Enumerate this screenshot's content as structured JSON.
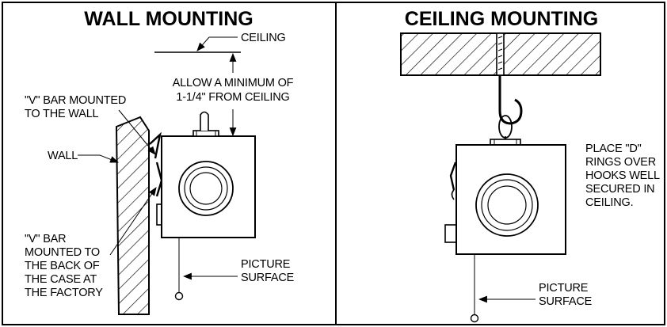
{
  "wall": {
    "title": "WALL MOUNTING",
    "ceiling_label": "CEILING",
    "allow_line1": "ALLOW A MINIMUM OF",
    "allow_line2": "1-1/4\" FROM CEILING",
    "vbar_wall_line1": "\"V\" BAR MOUNTED",
    "vbar_wall_line2": "TO THE WALL",
    "wall_label": "WALL",
    "vbar_case_line1": "\"V\" BAR",
    "vbar_case_line2": "MOUNTED TO",
    "vbar_case_line3": "THE BACK OF",
    "vbar_case_line4": "THE CASE AT",
    "vbar_case_line5": "THE FACTORY",
    "picture_line1": "PICTURE",
    "picture_line2": "SURFACE"
  },
  "ceiling": {
    "title": "CEILING MOUNTING",
    "dring_line1": "PLACE \"D\"",
    "dring_line2": "RINGS OVER",
    "dring_line3": "HOOKS WELL",
    "dring_line4": "SECURED IN",
    "dring_line5": "CEILING.",
    "picture_line1": "PICTURE",
    "picture_line2": "SURFACE"
  }
}
